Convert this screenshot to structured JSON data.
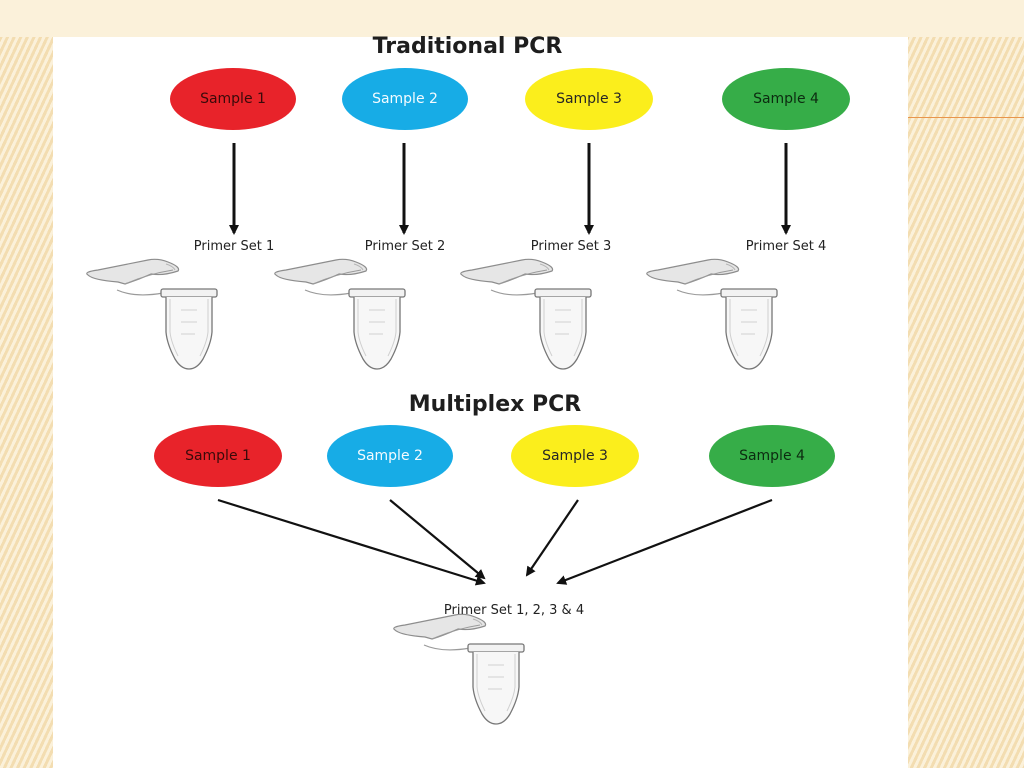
{
  "traditional": {
    "title": "Traditional PCR",
    "samples": [
      {
        "label": "Sample 1",
        "color": "#e8232a",
        "text_color": "#3a0a0a"
      },
      {
        "label": "Sample 2",
        "color": "#17ace6",
        "text_color": "#f3fbff"
      },
      {
        "label": "Sample 3",
        "color": "#fbee1c",
        "text_color": "#262626"
      },
      {
        "label": "Sample 4",
        "color": "#36ad48",
        "text_color": "#0c2b10"
      }
    ],
    "primers": [
      "Primer Set 1",
      "Primer Set 2",
      "Primer Set 3",
      "Primer Set 4"
    ]
  },
  "multiplex": {
    "title": "Multiplex PCR",
    "samples": [
      {
        "label": "Sample 1",
        "color": "#e8232a",
        "text_color": "#3a0a0a"
      },
      {
        "label": "Sample 2",
        "color": "#17ace6",
        "text_color": "#f3fbff"
      },
      {
        "label": "Sample 3",
        "color": "#fbee1c",
        "text_color": "#262626"
      },
      {
        "label": "Sample 4",
        "color": "#36ad48",
        "text_color": "#0c2b10"
      }
    ],
    "primer": "Primer Set 1, 2, 3 & 4"
  },
  "icons": {
    "tube": "pcr-tube-icon"
  }
}
